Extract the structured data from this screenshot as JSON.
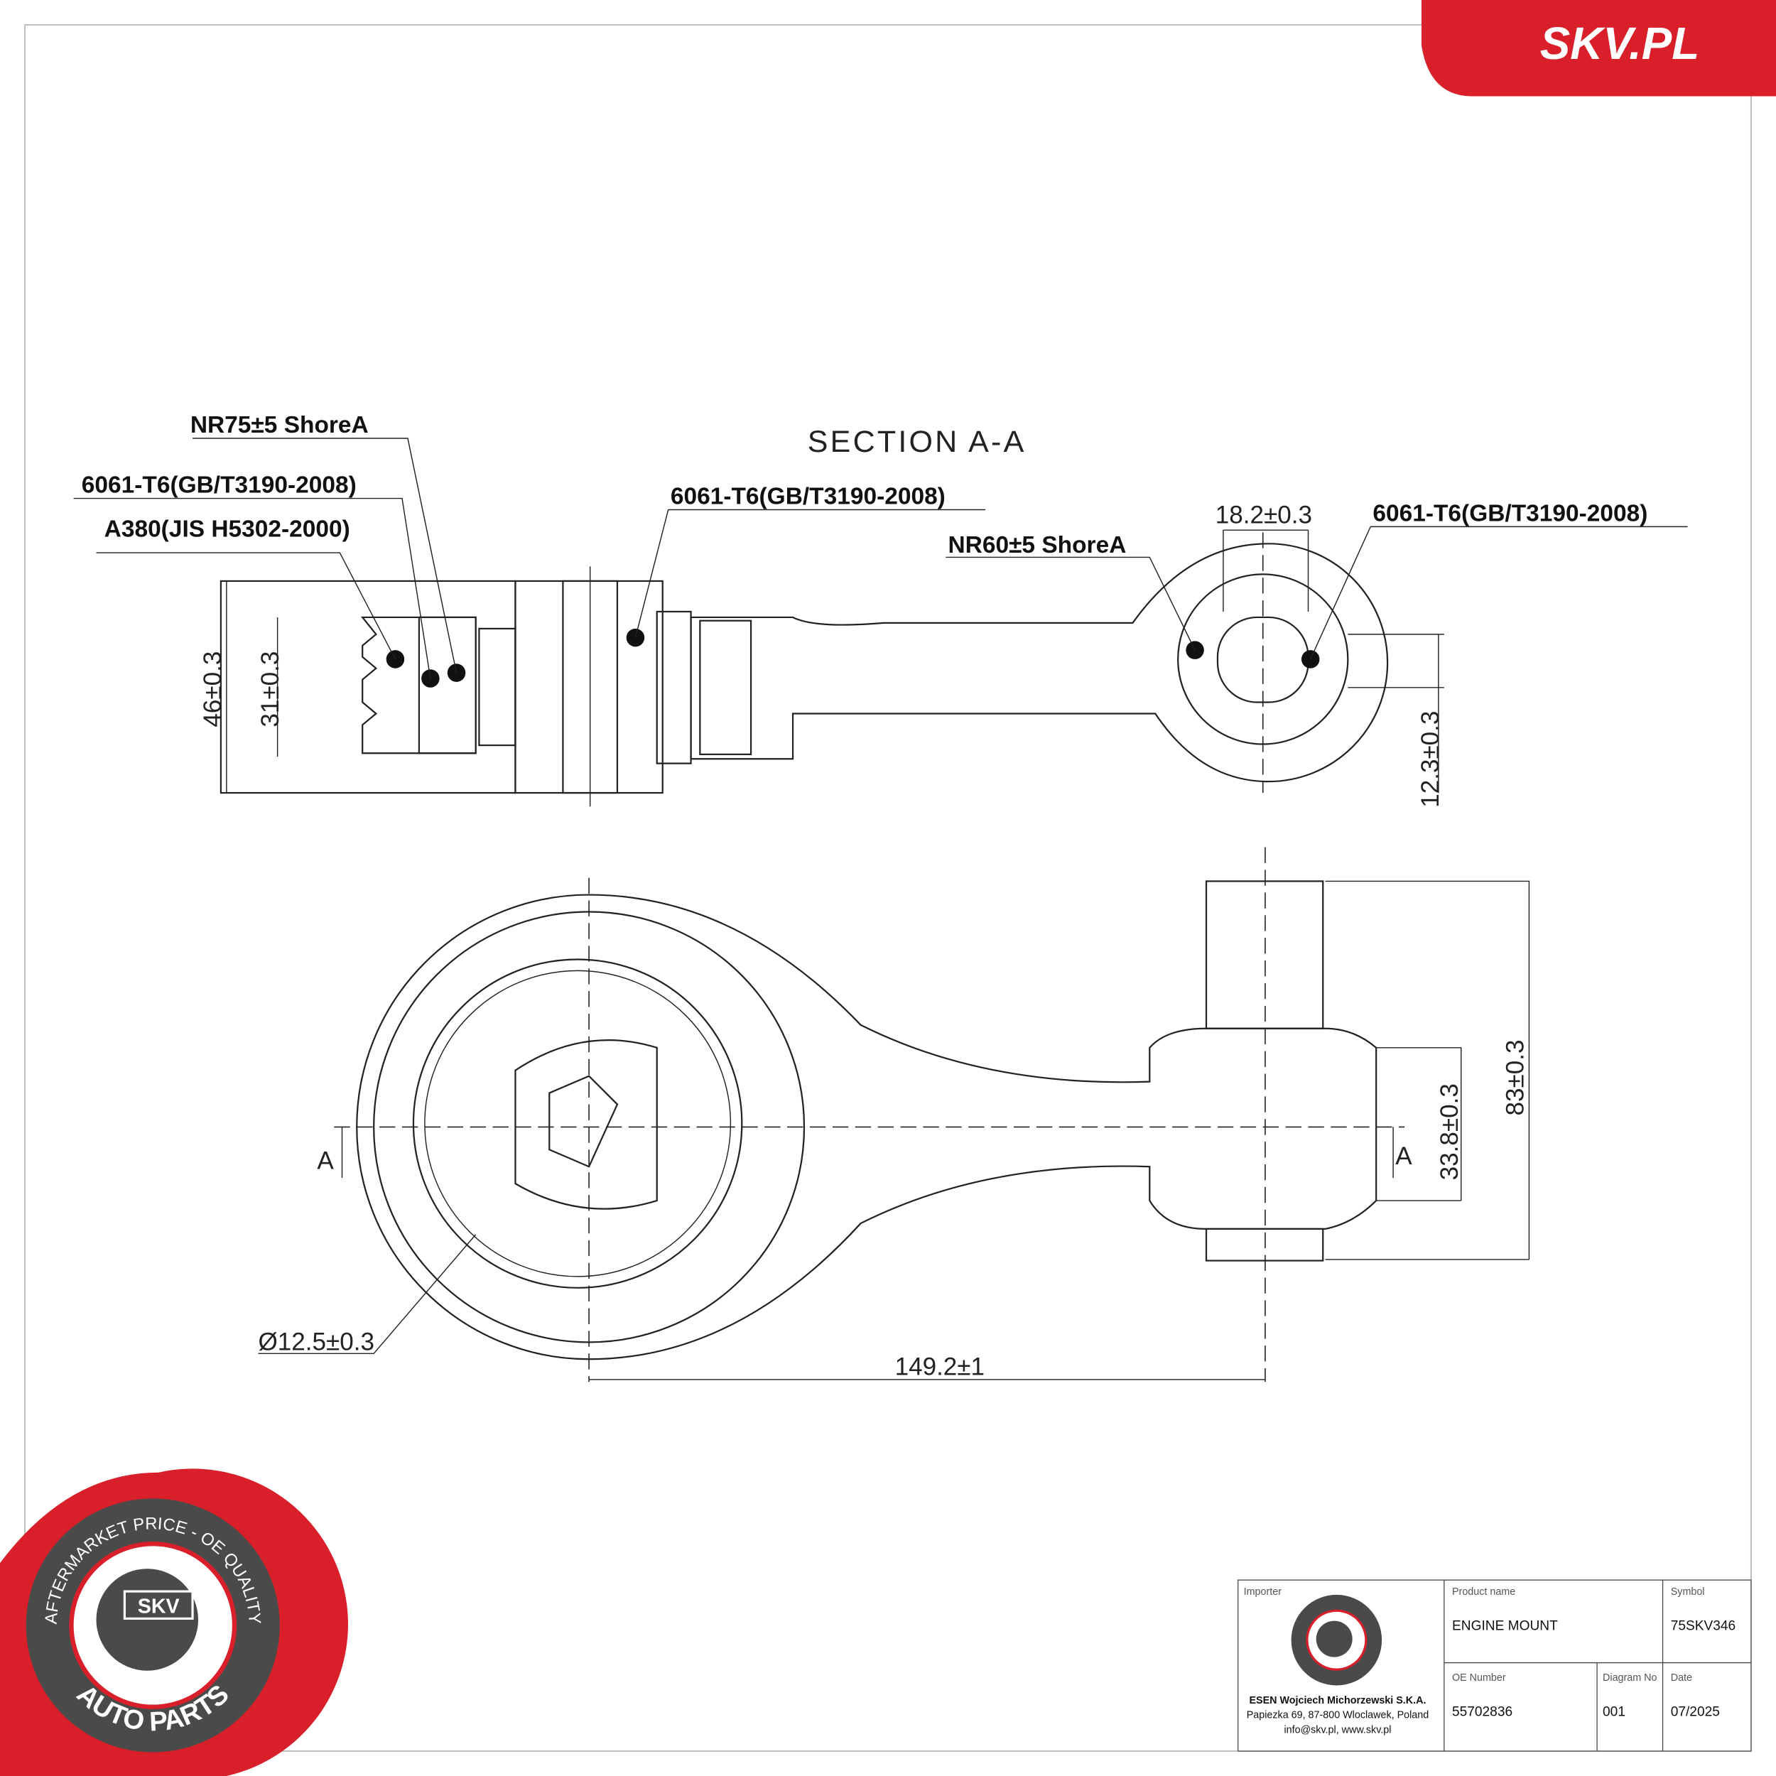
{
  "brand": {
    "site_label": "SKV.PL",
    "accent_color": "#d9202a",
    "stamp_dark": "#4a4a4a",
    "stamp_top_text": "AFTERMARKET PRICE - OE QUALITY",
    "stamp_bottom_text": "AUTO PARTS",
    "stamp_center": "SKV"
  },
  "drawing": {
    "section_title": "SECTION A-A",
    "labels": {
      "nr75": "NR75±5 ShoreA",
      "alu_left": "6061-T6(GB/T3190-2008)",
      "a380": "A380(JIS H5302-2000)",
      "alu_mid": "6061-T6(GB/T3190-2008)",
      "nr60": "NR60±5 ShoreA",
      "alu_right": "6061-T6(GB/T3190-2008)"
    },
    "dimensions": {
      "d46": "46±0.3",
      "d31": "31±0.3",
      "d18": "18.2±0.3",
      "d12": "12.3±0.3",
      "d83": "83±0.3",
      "d33": "33.8±0.3",
      "d149": "149.2±1",
      "dia125": "Ø12.5±0.3",
      "sec_mark": "A"
    }
  },
  "title_block": {
    "importer_label": "Importer",
    "importer_name": "ESEN Wojciech Michorzewski S.K.A.",
    "importer_address": "Papiezka 69, 87-800 Wloclawek, Poland",
    "importer_contact": "info@skv.pl, www.skv.pl",
    "product_label": "Product name",
    "product_value": "ENGINE MOUNT",
    "symbol_label": "Symbol",
    "symbol_value": "75SKV346",
    "oe_label": "OE Number",
    "oe_value": "55702836",
    "diagram_label": "Diagram No",
    "diagram_value": "001",
    "date_label": "Date",
    "date_value": "07/2025"
  }
}
